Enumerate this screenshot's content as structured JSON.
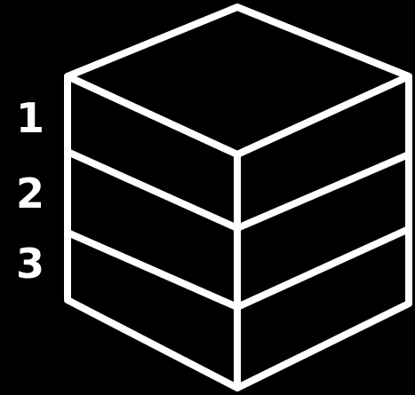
{
  "labels": {
    "layer_1": "1",
    "layer_2": "2",
    "layer_3": "3"
  },
  "colors": {
    "background": "#000000",
    "stroke": "#ffffff"
  }
}
